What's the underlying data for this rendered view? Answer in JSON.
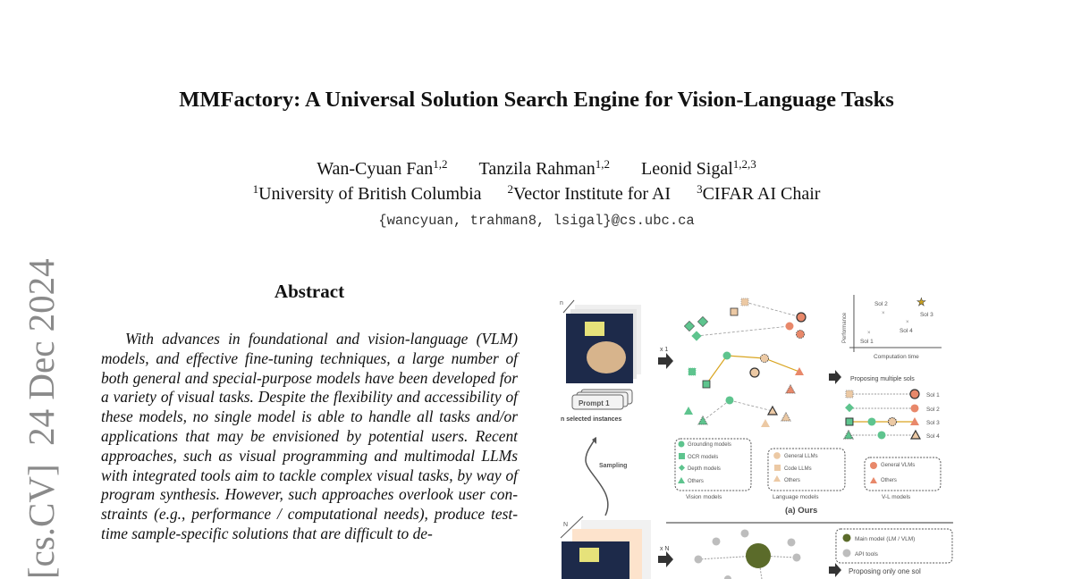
{
  "title": "MMFactory: A Universal Solution Search Engine for Vision-Language Tasks",
  "authors": [
    {
      "name": "Wan-Cyuan Fan",
      "aff": "1,2"
    },
    {
      "name": "Tanzila Rahman",
      "aff": "1,2"
    },
    {
      "name": "Leonid Sigal",
      "aff": "1,2,3"
    }
  ],
  "affiliations": [
    {
      "num": "1",
      "name": "University of British Columbia"
    },
    {
      "num": "2",
      "name": "Vector Institute for AI"
    },
    {
      "num": "3",
      "name": "CIFAR AI Chair"
    }
  ],
  "email": "{wancyuan, trahman8, lsigal}@cs.ubc.ca",
  "arxiv_stamp": "[cs.CV]  24 Dec 2024",
  "abstract": {
    "heading": "Abstract",
    "text": "With advances in foundational and vision-language (VLM) models, and effective fine-tuning techniques, a large number of both general and special-purpose models have been developed for a variety of visual tasks.  Despite the flexibility and accessibility of these models, no single model is able to handle all tasks and/or applications that may be envisioned by potential users.  Recent approaches, such as visual programming and multimodal LLMs with integrated tools aim to tackle complex visual tasks, by way of program synthesis.  However, such approaches overlook user con­straints (e.g., performance / computational needs), produce test-time sample-specific solutions that are difficult to de-"
  },
  "figure": {
    "n_label": "n",
    "N_label": "N",
    "prompt": "Prompt 1",
    "selected": "n selected instances",
    "sampling": "Sampling",
    "x1": "x 1",
    "xN": "x N",
    "perf_axis": "Performance",
    "time_axis": "Computation time",
    "sols": [
      "Sol 1",
      "Sol 2",
      "Sol 3",
      "Sol 4"
    ],
    "proposing_multiple": "Proposing multiple sols",
    "proposing_one": "Proposing only one sol",
    "vision_legend": [
      "Grounding models",
      "OCR models",
      "Depth models",
      "Others"
    ],
    "vision_caption": "Vision models",
    "language_legend": [
      "General LLMs",
      "Code LLMs",
      "Others"
    ],
    "language_caption": "Language models",
    "vl_legend": [
      "General VLMs",
      "Others"
    ],
    "vl_caption": "V-L models",
    "caption_a": "(a) Ours",
    "main_model": "Main model (LM / VLM)",
    "api_tools": "API tools",
    "colors": {
      "green": "#5ec48e",
      "orange": "#e8886a",
      "beige": "#ecc9a4",
      "olive": "#5b6b2a",
      "gold": "#d9a520",
      "gray": "#bdbdbd"
    }
  }
}
